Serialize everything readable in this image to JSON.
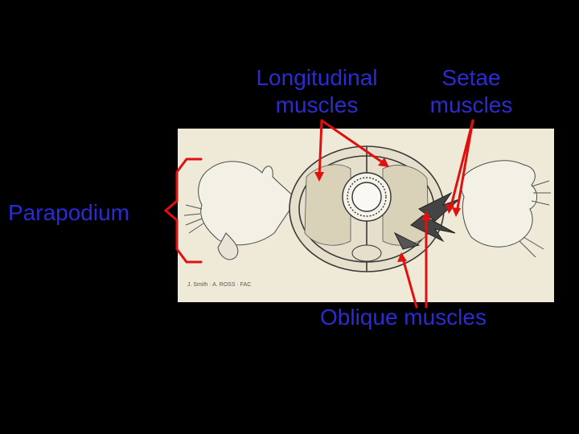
{
  "labels": {
    "longitudinal": [
      "Longitudinal",
      "muscles"
    ],
    "setae": [
      "Setae",
      "muscles"
    ],
    "parapodium": "Parapodium",
    "oblique": "Oblique muscles"
  },
  "figure": {
    "credit": "J. Smith · A. ROSS · FAC"
  },
  "colors": {
    "background": "#000000",
    "label_text": "#2b2bd6",
    "annotation_lines": "#e01010",
    "figure_bg": "#efe9d8",
    "ink": "#3a3a3a"
  }
}
